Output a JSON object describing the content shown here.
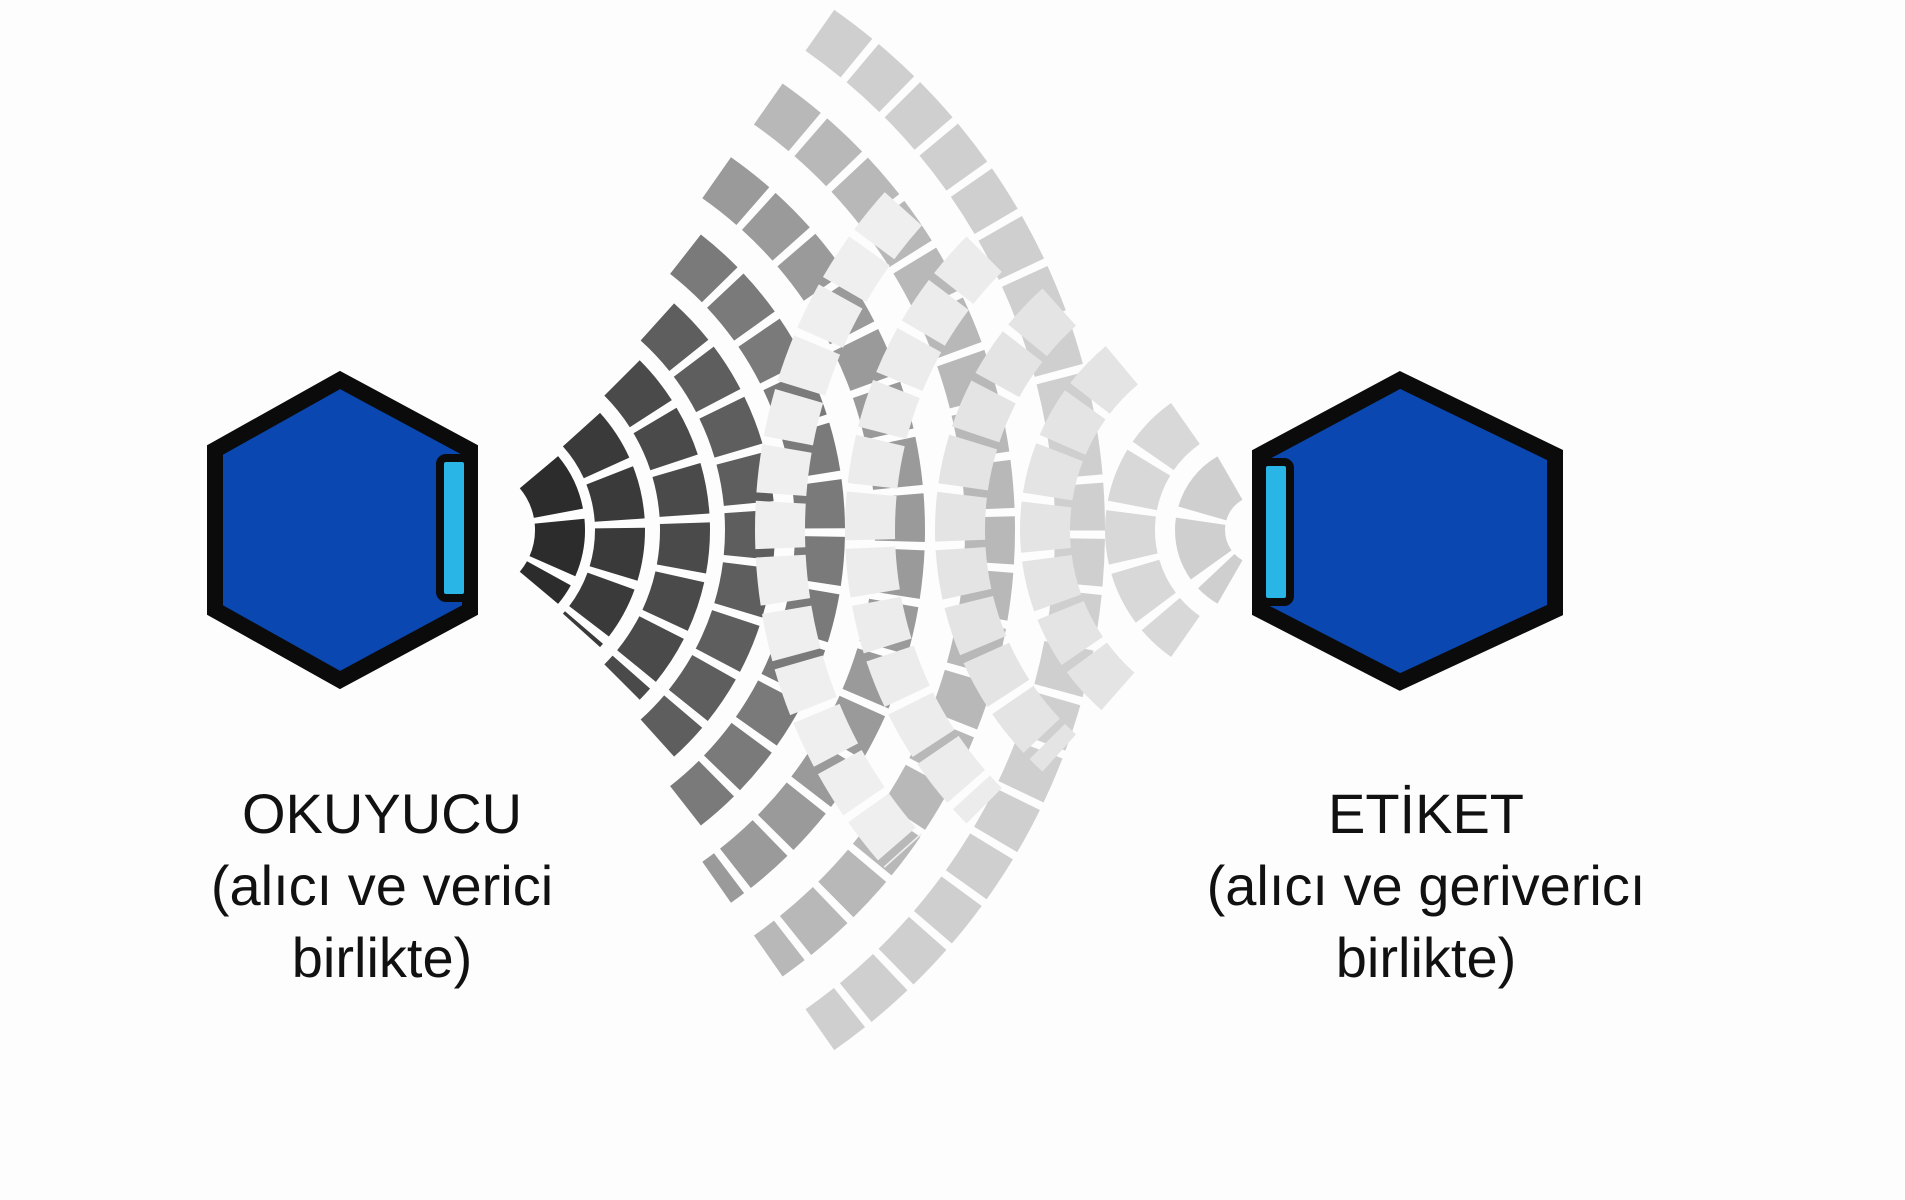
{
  "reader": {
    "title": "OKUYUCU",
    "line1": "(alıcı ve verici",
    "line2": "birlikte)",
    "icon": "hexagon-device-icon"
  },
  "tag": {
    "title": "ETİKET",
    "line1": "(alıcı ve gerivericı",
    "line2": "birlikte)",
    "icon": "hexagon-device-icon"
  },
  "colors": {
    "device_fill": "#0a47b0",
    "device_border": "#0b0b0b",
    "antenna": "#29b6e6",
    "wave_dark": "#3a3a3a",
    "wave_mid": "#8a8a8a",
    "wave_light": "#e4e4e4"
  }
}
